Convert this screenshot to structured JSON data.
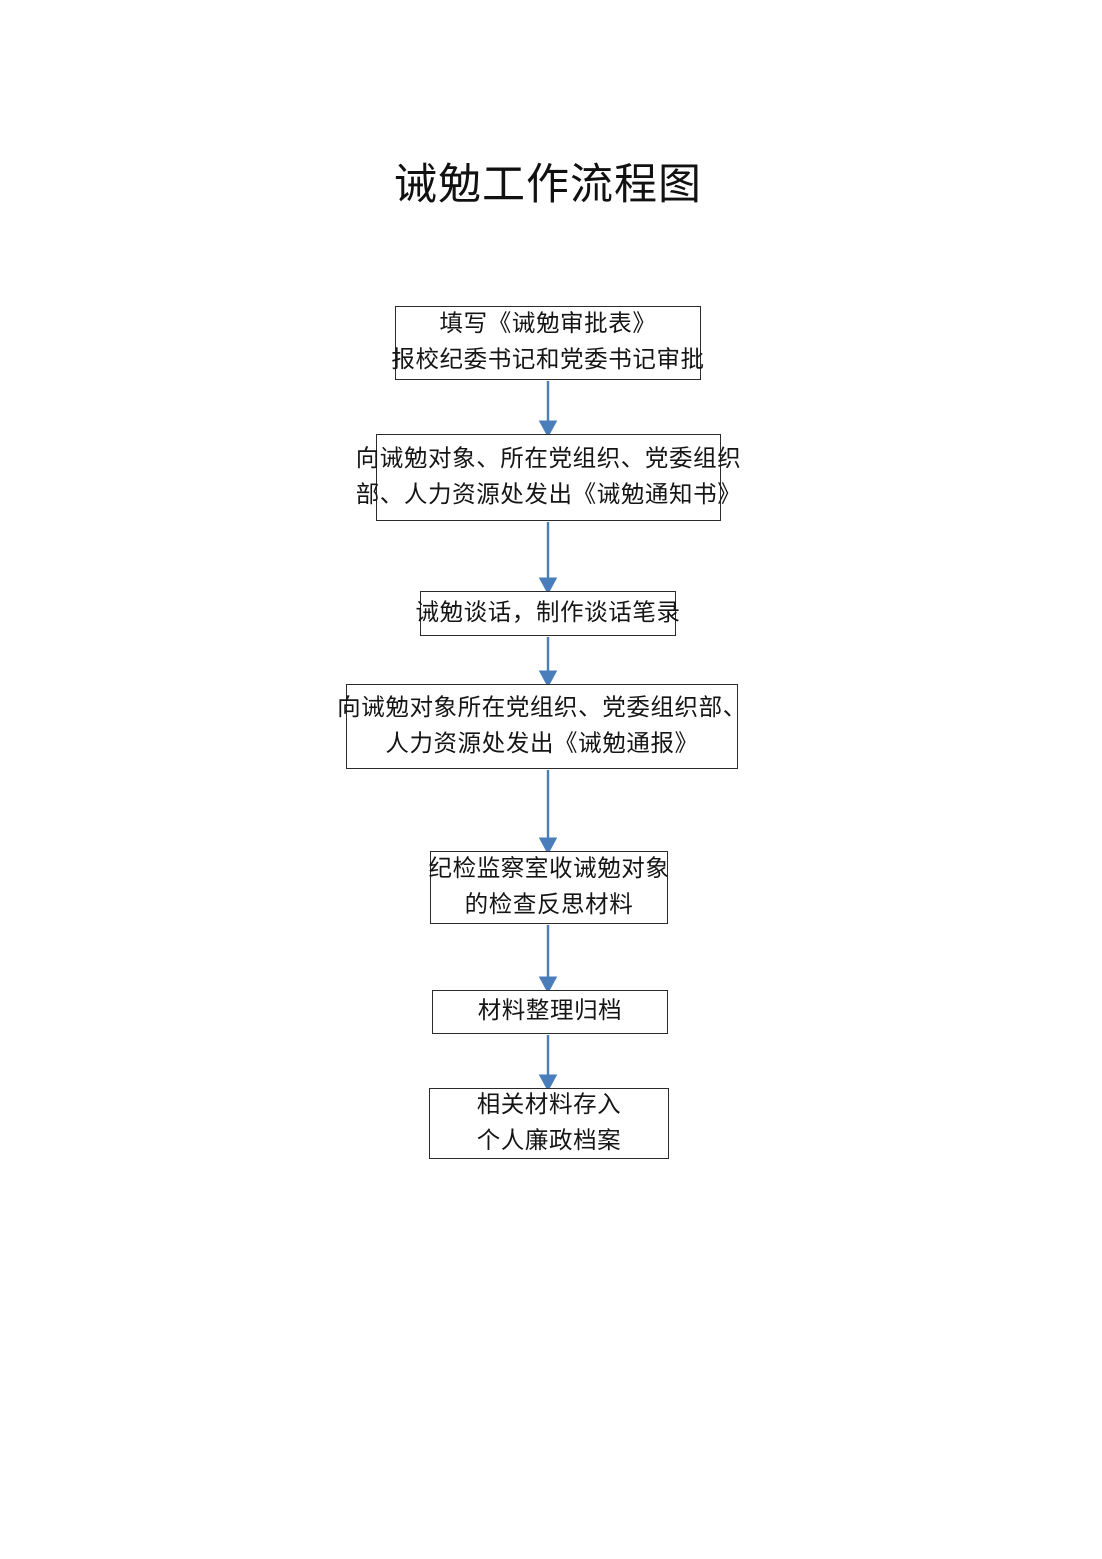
{
  "document": {
    "title": "诫勉工作流程图",
    "background_color": "#ffffff",
    "text_color": "#151515",
    "border_color": "#2b2b2b",
    "arrow_color": "#4a7ebb"
  },
  "flowchart": {
    "type": "vertical-linear-flow",
    "orientation": "top-to-bottom",
    "node_count": 7,
    "arrow_count": 6,
    "nodes": [
      {
        "id": "step-1",
        "lines": [
          "填写《诫勉审批表》",
          "报校纪委书记和党委书记审批"
        ]
      },
      {
        "id": "step-2",
        "lines": [
          "向诫勉对象、所在党组织、党委组织",
          "部、人力资源处发出《诫勉通知书》"
        ]
      },
      {
        "id": "step-3",
        "lines": [
          "诫勉谈话，制作谈话笔录"
        ]
      },
      {
        "id": "step-4",
        "lines": [
          "向诫勉对象所在党组织、党委组织部、",
          "人力资源处发出《诫勉通报》"
        ]
      },
      {
        "id": "step-5",
        "lines": [
          "纪检监察室收诫勉对象",
          "的检查反思材料"
        ]
      },
      {
        "id": "step-6",
        "lines": [
          "材料整理归档"
        ]
      },
      {
        "id": "step-7",
        "lines": [
          "相关材料存入",
          "个人廉政档案"
        ]
      }
    ],
    "edges": [
      {
        "id": "arrow-1",
        "from": "step-1",
        "to": "step-2"
      },
      {
        "id": "arrow-2",
        "from": "step-2",
        "to": "step-3"
      },
      {
        "id": "arrow-3",
        "from": "step-3",
        "to": "step-4"
      },
      {
        "id": "arrow-4",
        "from": "step-4",
        "to": "step-5"
      },
      {
        "id": "arrow-5",
        "from": "step-5",
        "to": "step-6"
      },
      {
        "id": "arrow-6",
        "from": "step-6",
        "to": "step-7"
      }
    ]
  }
}
